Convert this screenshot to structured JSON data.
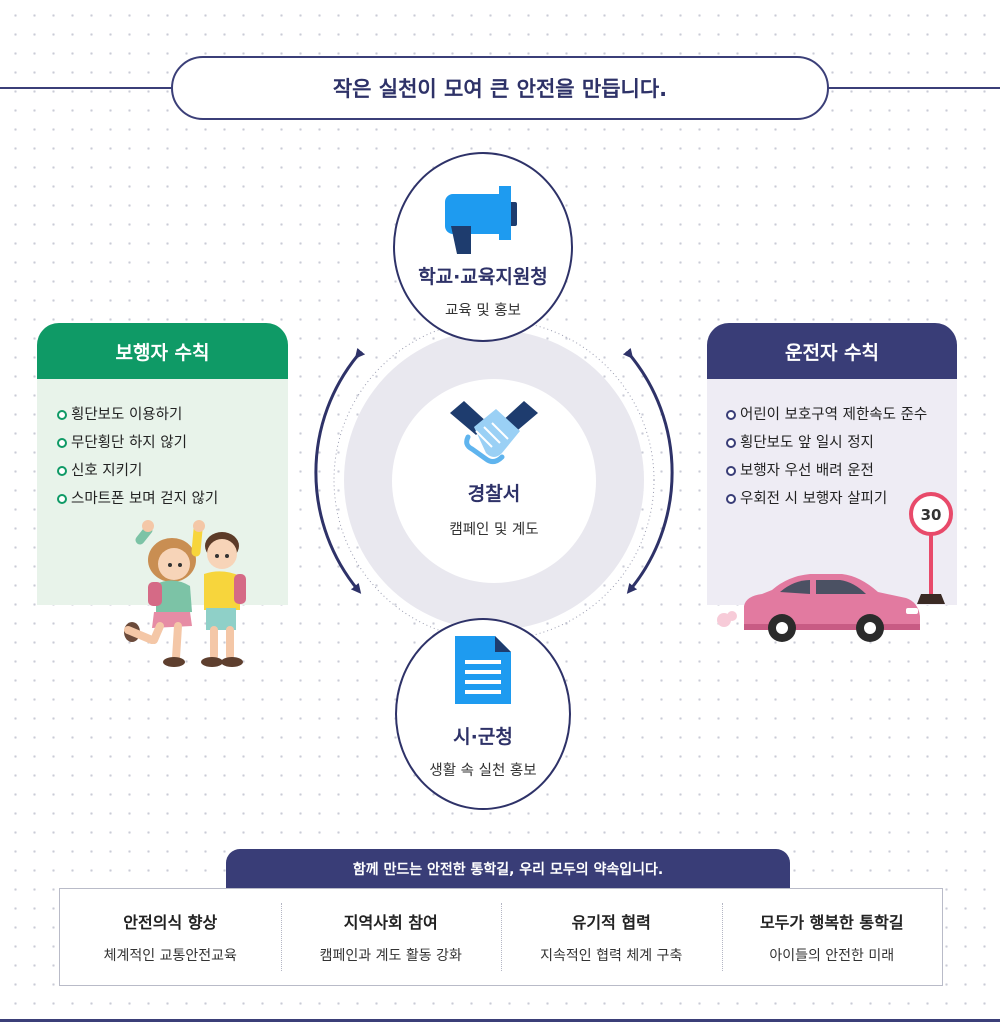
{
  "header": {
    "title": "작은 실천이 모여 큰 안전을 만듭니다."
  },
  "colors": {
    "navy": "#2e3268",
    "green": "#0f9a66",
    "blue": "#1e9bf0",
    "pink": "#e27aa0"
  },
  "pedestrian": {
    "title": "보행자 수칙",
    "items": [
      "횡단보도 이용하기",
      "무단횡단 하지 않기",
      "신호 지키기",
      "스마트폰 보며 걷지 않기"
    ]
  },
  "driver": {
    "title": "운전자 수칙",
    "items": [
      "어린이 보호구역 제한속도 준수",
      "횡단보도 앞 일시 정지",
      "보행자 우선 배려 운전",
      "우회전 시 보행자 살피기"
    ],
    "speed_sign": "30"
  },
  "nodes": {
    "top": {
      "title": "학교·교육지원청",
      "sub": "교육 및 홍보",
      "icon": "megaphone-icon"
    },
    "center": {
      "title": "경찰서",
      "sub": "캠페인 및 계도",
      "icon": "handshake-icon"
    },
    "bottom": {
      "title": "시·군청",
      "sub": "생활 속 실천 홍보",
      "icon": "document-icon"
    }
  },
  "footer": {
    "banner": "함께 만드는 안전한 통학길, 우리 모두의 약속입니다.",
    "columns": [
      {
        "title": "안전의식 향상",
        "sub": "체계적인 교통안전교육"
      },
      {
        "title": "지역사회 참여",
        "sub": "캠페인과 계도 활동 강화"
      },
      {
        "title": "유기적 협력",
        "sub": "지속적인 협력 체계 구축"
      },
      {
        "title": "모두가 행복한 통학길",
        "sub": "아이들의 안전한 미래"
      }
    ]
  }
}
